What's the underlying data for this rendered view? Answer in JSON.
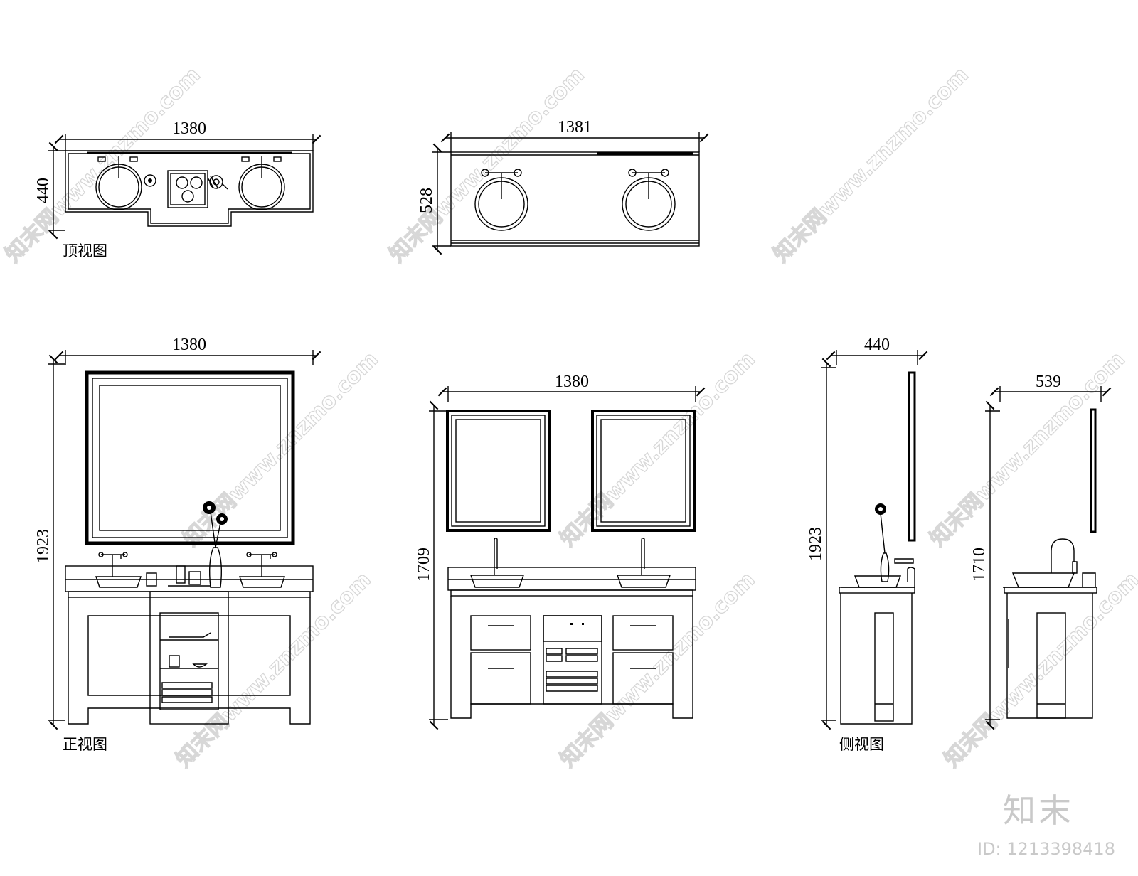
{
  "labels": {
    "top_view": "顶视图",
    "front_view": "正视图",
    "side_view": "侧视图"
  },
  "dimensions": {
    "top1_width": "1380",
    "top1_depth": "440",
    "top2_width": "1381",
    "top2_depth": "528",
    "front1_width": "1380",
    "front1_height": "1923",
    "front2_width": "1380",
    "front2_height": "1709",
    "side1_depth": "440",
    "side1_height": "1923",
    "side2_depth": "539",
    "side2_height": "1710"
  },
  "brand": {
    "logo": "知末",
    "id": "ID: 1213398418",
    "watermark": "知末网www.znzmo.com"
  }
}
